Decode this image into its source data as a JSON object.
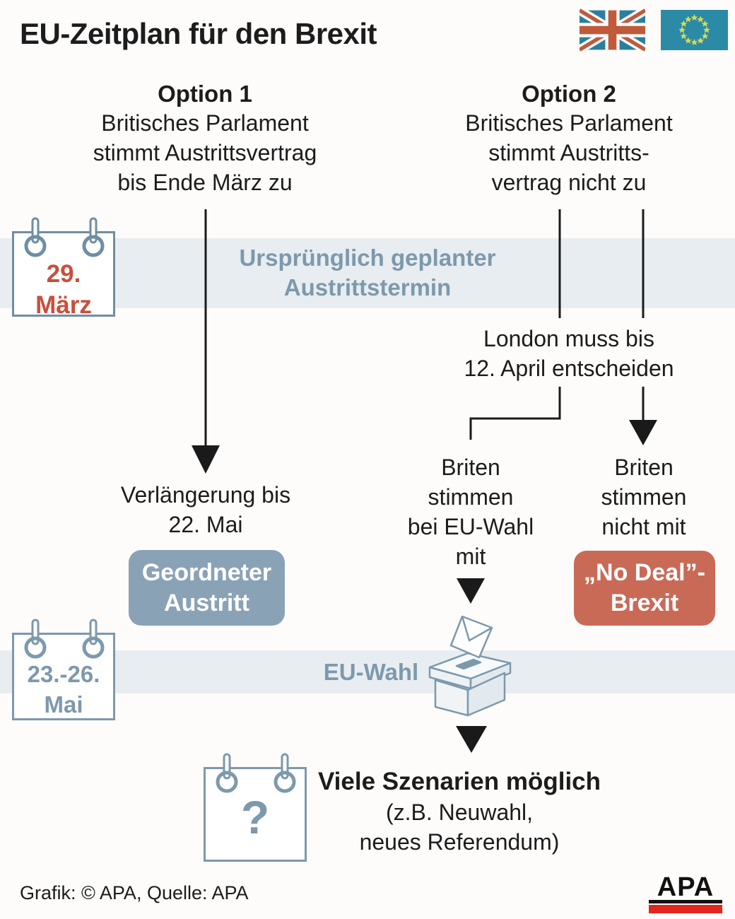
{
  "title": "EU-Zeitplan für den Brexit",
  "icons": {
    "uk_flag": "uk-flag",
    "eu_flag": "eu-flag",
    "calendar": "calendar-icon",
    "ballot_box": "ballot-box-icon",
    "down_arrow": "arrow-down-icon"
  },
  "options": {
    "option1": {
      "heading": "Option 1",
      "lines": [
        "Britisches Parlament",
        "stimmt Austrittsvertrag",
        "bis Ende März zu"
      ]
    },
    "option2": {
      "heading": "Option 2",
      "lines": [
        "Britisches Parlament",
        "stimmt Austritts-",
        "vertrag nicht zu"
      ]
    }
  },
  "bands": [
    {
      "calendar": [
        "29.",
        "März"
      ],
      "label": [
        "Ursprünglich geplanter",
        "Austrittstermin"
      ]
    },
    {
      "calendar": [
        "23.-26.",
        "Mai"
      ],
      "label": "EU-Wahl"
    }
  ],
  "nodes": {
    "london": {
      "lines": [
        "London muss bis",
        "12. April entscheiden"
      ]
    },
    "verlaengerung": {
      "lines": [
        "Verlängerung bis",
        "22. Mai"
      ]
    },
    "geordneter": {
      "lines": [
        "Geordneter",
        "Austritt"
      ],
      "color": "#8aa2b6"
    },
    "briten_mit": {
      "lines": [
        "Briten",
        "stimmen",
        "bei EU-Wahl",
        "mit"
      ]
    },
    "briten_nicht": {
      "lines": [
        "Briten",
        "stimmen",
        "nicht mit"
      ]
    },
    "no_deal": {
      "lines": [
        "„No Deal”-",
        "Brexit"
      ],
      "color": "#c96a57"
    },
    "szenarien": {
      "symbol": "?",
      "title": "Viele Szenarien möglich",
      "lines": [
        "(z.B. Neuwahl,",
        "neues Referendum)"
      ]
    }
  },
  "footer": {
    "credit": "Grafik: © APA, Quelle: APA",
    "logo": "APA"
  },
  "colors": {
    "band": "#e8edf1",
    "blue_gray_text": "#7d99ac",
    "calendar_red": "#c94f3c",
    "box_blue": "#8aa2b6",
    "box_red": "#c96a57",
    "line_black": "#1a1a1a",
    "flag_blue": "#2b7f9e",
    "flag_red": "#c05a3a",
    "eu_star": "#d2d95c",
    "apa_red": "#e3261d"
  }
}
